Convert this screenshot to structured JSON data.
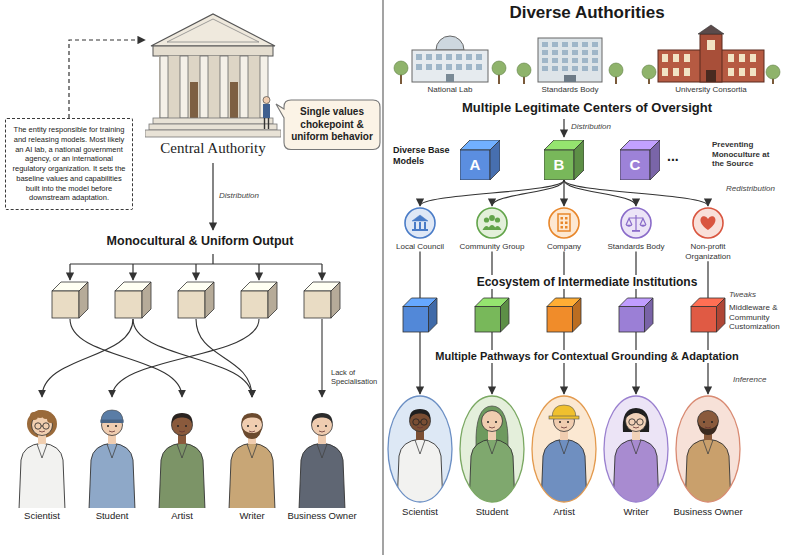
{
  "diagram": {
    "nodes": [
      {
        "text": [
          "The entity responsible for training and releasing models. Most likely an AI lab, a national government agency, or an international regulatory organization. It sets the baseline values and capabilities built into the model before downstream adaptation."
        ]
      },
      {
        "text": [
          "Central Authority"
        ]
      },
      {
        "text": [
          "Single values chokepoint & uniform behavior"
        ]
      },
      {
        "text": [
          "Scientist"
        ]
      },
      {
        "text": [
          "Student"
        ]
      },
      {
        "text": [
          "Artist"
        ]
      },
      {
        "text": [
          "Writer"
        ]
      },
      {
        "text": [
          "Business Owner"
        ]
      },
      {
        "text": [
          "National Lab"
        ]
      },
      {
        "text": [
          "Standards Body"
        ]
      },
      {
        "text": [
          "University Consortia"
        ]
      },
      {
        "text": [
          "A"
        ]
      },
      {
        "text": [
          "B"
        ]
      },
      {
        "text": [
          "C"
        ]
      },
      {
        "text": [
          "Local Council"
        ]
      },
      {
        "text": [
          "Community Group"
        ]
      },
      {
        "text": [
          "Company"
        ]
      },
      {
        "text": [
          "Standards Body"
        ]
      },
      {
        "text": [
          "Non-profit Organization"
        ]
      },
      {
        "text": [
          "Scientist"
        ]
      },
      {
        "text": [
          "Student"
        ]
      },
      {
        "text": [
          "Artist"
        ]
      },
      {
        "text": [
          "Writer"
        ]
      },
      {
        "text": [
          "Business Owner"
        ]
      }
    ],
    "edges": [
      {
        "from": 0,
        "to": 1,
        "arrow": "to"
      },
      {
        "from": 12,
        "to": 14,
        "arrow": "to"
      },
      {
        "from": 12,
        "to": 15,
        "arrow": "to"
      },
      {
        "from": 12,
        "to": 16,
        "arrow": "to"
      },
      {
        "from": 12,
        "to": 17,
        "arrow": "to"
      },
      {
        "from": 12,
        "to": 18,
        "arrow": "to"
      },
      {
        "from": 14,
        "to": 19,
        "arrow": "to"
      },
      {
        "from": 15,
        "to": 20,
        "arrow": "to"
      },
      {
        "from": 16,
        "to": 21,
        "arrow": "to"
      },
      {
        "from": 17,
        "to": 22,
        "arrow": "to"
      },
      {
        "from": 18,
        "to": 23,
        "arrow": "to"
      }
    ],
    "labels": [
      "Distribution",
      "Monocultural & Uniform Output",
      "Lack of Specialisation",
      "Diverse Authorities",
      "Multiple Legitimate Centers of Oversight",
      "Distribution",
      "Diverse Base Models",
      "...",
      "Preventing Monoculture at the Source",
      "Redistribution",
      "Ecosystem of Intermediate Institutions",
      "Tweaks",
      "Middleware & Community Customization",
      "Multiple Pathways for Contextual Grounding & Adaptation",
      "Inference"
    ]
  }
}
